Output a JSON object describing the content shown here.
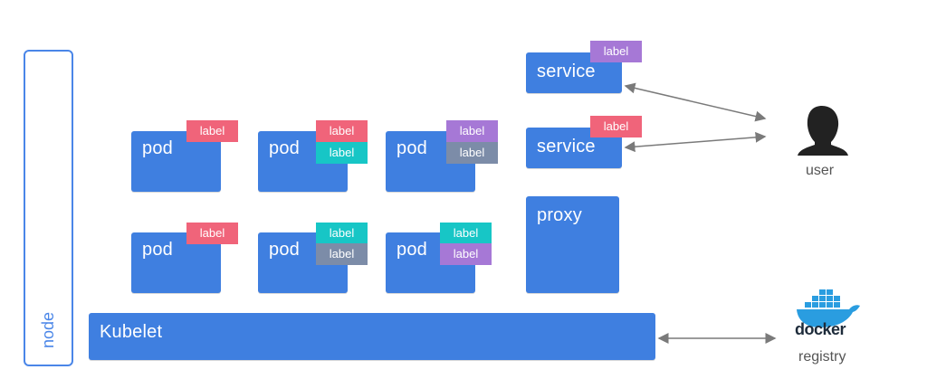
{
  "node": {
    "label": "node"
  },
  "kubelet": {
    "label": "Kubelet"
  },
  "proxy": {
    "label": "proxy"
  },
  "services": [
    {
      "label": "service",
      "tags": [
        "label"
      ]
    },
    {
      "label": "service",
      "tags": [
        "label"
      ]
    }
  ],
  "pods": [
    {
      "label": "pod",
      "tags": [
        "label"
      ]
    },
    {
      "label": "pod",
      "tags": [
        "label",
        "label"
      ]
    },
    {
      "label": "pod",
      "tags": [
        "label",
        "label"
      ]
    },
    {
      "label": "pod",
      "tags": [
        "label"
      ]
    },
    {
      "label": "pod",
      "tags": [
        "label",
        "label"
      ]
    },
    {
      "label": "pod",
      "tags": [
        "label",
        "label"
      ]
    }
  ],
  "user": {
    "label": "user",
    "icon": "user-silhouette-icon"
  },
  "registry": {
    "logo_text": "docker",
    "label": "registry",
    "icon": "docker-whale-icon"
  },
  "colors": {
    "box_blue": "#3f7fe0",
    "tag_red": "#f0647a",
    "tag_teal": "#17c6c6",
    "tag_purple": "#a678d6",
    "tag_gray": "#7c8ca8",
    "arrow": "#7a7a7a",
    "node_border": "#4a86e8"
  }
}
